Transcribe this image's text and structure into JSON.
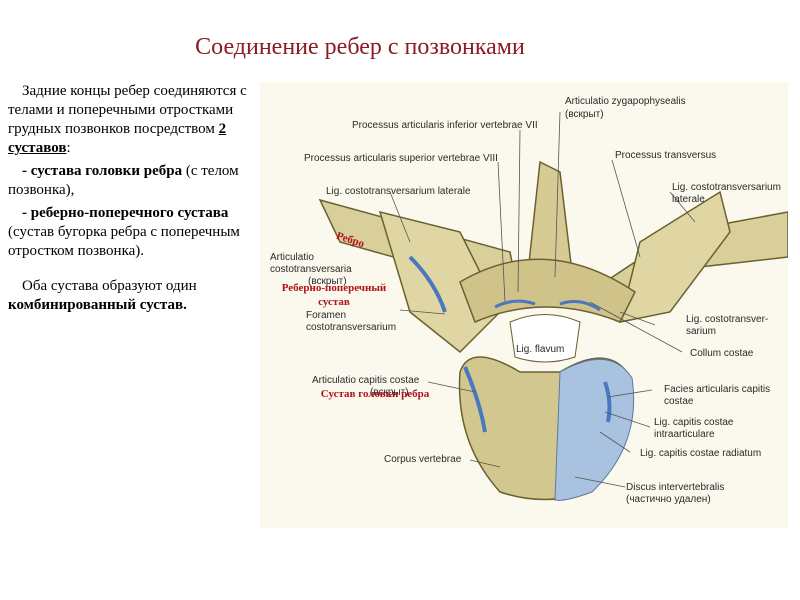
{
  "slide": {
    "title": "Соединение ребер с позвонками",
    "p1_a": "Задние концы ребер соединяются с телами и поперечными отростками грудных позвонков посредством ",
    "p1_b": "2 суставов",
    "p1_c": ":",
    "p2_a": "- сустава головки ребра",
    "p2_b": " (с телом позвонка),",
    "p3_a": "- реберно-поперечного сустава",
    "p3_b": " (сустав бугорка ребра с поперечным отростком позвонка).",
    "p4_a": "Оба сустава образуют один ",
    "p4_b": "комбинированный сустав."
  },
  "figure": {
    "labels": {
      "art_zyg": "Articulatio zygapophysealis",
      "art_zyg_note": "(вскрыт)",
      "proc_inf": "Processus articularis inferior vertebrae VII",
      "proc_sup": "Processus articularis superior  vertebrae VIII",
      "proc_trans": "Processus transversus",
      "lig_ct_lat_l": "Lig. costotransversarium laterale",
      "lig_ct_lat_r1": "Lig. costotransversarium",
      "lig_ct_lat_r2": "laterale",
      "art_ct1": "Articulatio",
      "art_ct2": "costotransversaria",
      "art_ct3": "(вскрыт)",
      "foramen1": "Foramen",
      "foramen2": "costotransversarium",
      "lig_ct_r1": "Lig. costotransver-",
      "lig_ct_r2": "sarium",
      "lig_flavum": "Lig. flavum",
      "collum": "Collum costae",
      "art_cap1": "Articulatio capitis costae",
      "art_cap2": "(вскрыт)",
      "facies1": "Facies articularis capitis",
      "facies2": "costae",
      "lig_intra1": "Lig. capitis costae",
      "lig_intra2": "intraarticulare",
      "lig_rad": "Lig. capitis costae radiatum",
      "corpus": "Corpus vertebrae",
      "discus1": "Discus intervertebralis",
      "discus2": "(частично удален)"
    },
    "annotations": {
      "rib": "Ребро",
      "ct_joint1": "Реберно-поперечный",
      "ct_joint2": "сустав",
      "head_joint": "Сустав головки ребра"
    }
  }
}
